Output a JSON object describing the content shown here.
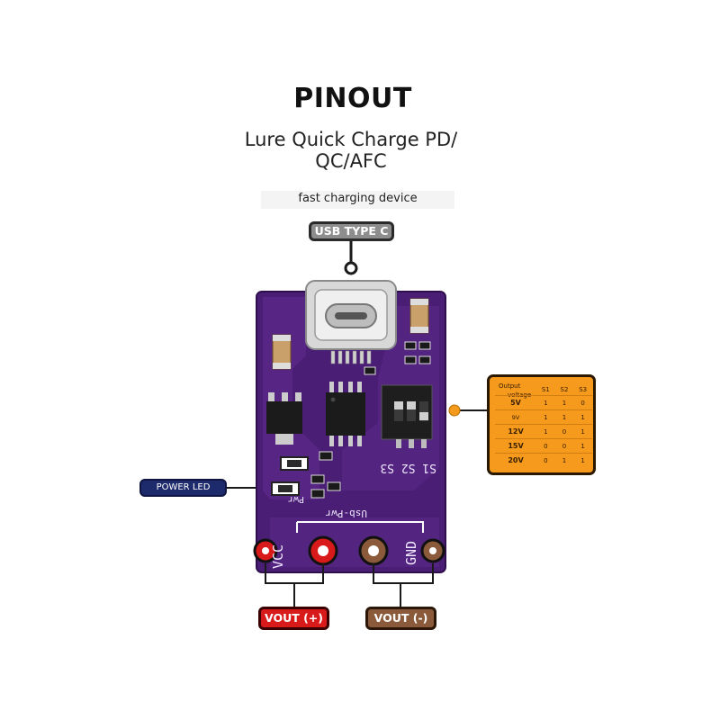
{
  "header": {
    "title": "PINOUT",
    "subtitle_line1": "Lure Quick Charge PD/",
    "subtitle_line2": "QC/AFC",
    "caption": "fast charging device"
  },
  "labels": {
    "usb": "USB TYPE C",
    "power_led": "POWER LED",
    "vout_pos": "VOUT (+)",
    "vout_neg": "VOUT (-)"
  },
  "silkscreen": {
    "s_labels": "S1 S2 S3",
    "pwr": "Pwr",
    "usb_pwr": "Usb-Pwr",
    "vcc": "VCC",
    "gnd": "GND"
  },
  "voltage_table": {
    "header_output": "Output",
    "header_voltage": "voltage",
    "columns": [
      "S1",
      "S2",
      "S3"
    ],
    "rows": [
      {
        "label": "5V",
        "s1": "1",
        "s2": "1",
        "s3": "0"
      },
      {
        "label": "9V",
        "s1": "1",
        "s2": "1",
        "s3": "1"
      },
      {
        "label": "12V",
        "s1": "1",
        "s2": "0",
        "s3": "1"
      },
      {
        "label": "15V",
        "s1": "0",
        "s2": "0",
        "s3": "1"
      },
      {
        "label": "20V",
        "s1": "0",
        "s2": "1",
        "s3": "1"
      }
    ]
  },
  "colors": {
    "board": "#4a1e74",
    "vout_pos": "#d91a1a",
    "vout_neg": "#8a5a3a",
    "table": "#f59a1c",
    "led_tag": "#1d2a6b",
    "usb_tag": "#8d8d8d"
  }
}
